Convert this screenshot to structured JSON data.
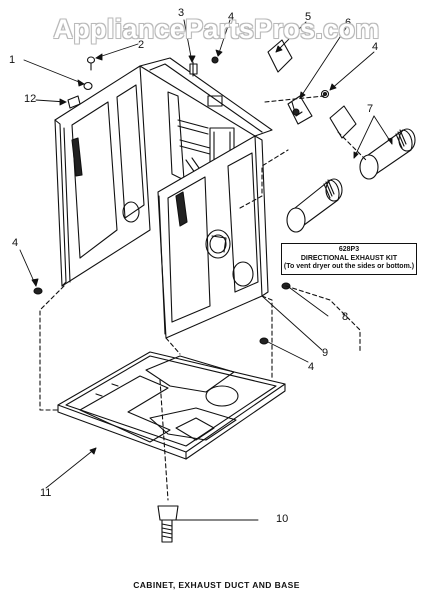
{
  "watermark": "AppliancePartsPros.com",
  "callouts": [
    "1",
    "2",
    "3",
    "4",
    "5",
    "6",
    "4",
    "7",
    "12",
    "4",
    "8",
    "9",
    "4",
    "11",
    "10"
  ],
  "kit_box": {
    "line1": "628P3",
    "line2": "DIRECTIONAL EXHAUST KIT",
    "line3": "(To vent dryer out the sides or bottom.)"
  },
  "caption": "CABINET, EXHAUST DUCT AND BASE"
}
